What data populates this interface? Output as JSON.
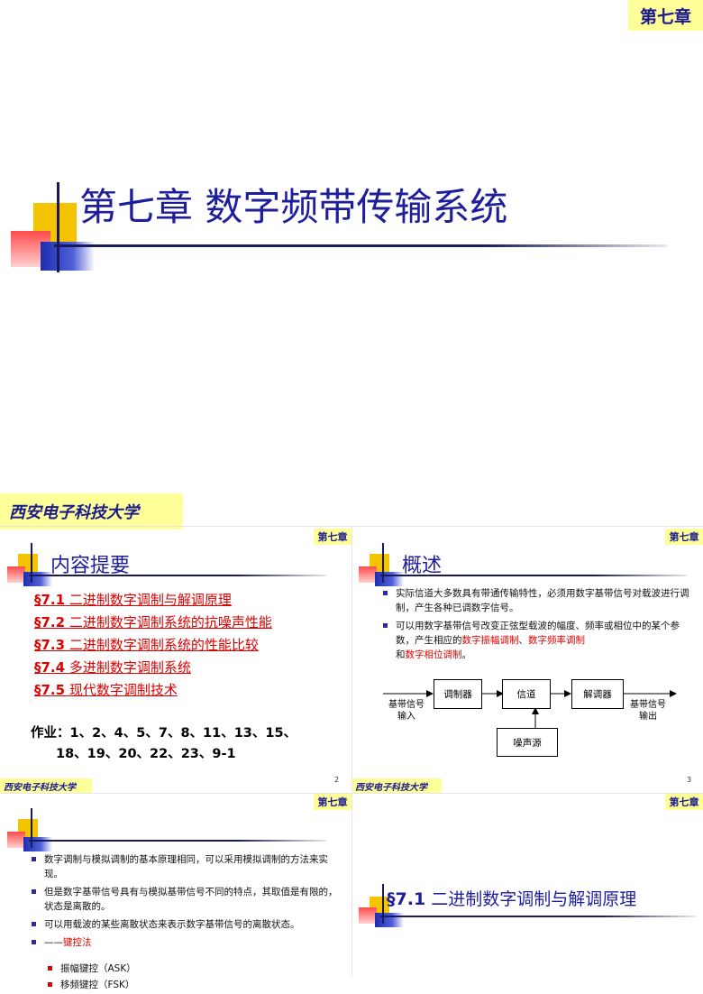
{
  "slide1": {
    "chapter_tag": "第七章",
    "title": "第七章 数字频带传输系统",
    "school": "西安电子科技大学"
  },
  "slide2": {
    "chapter_tag": "第七章",
    "heading": "内容提要",
    "toc": [
      {
        "num": "§7.1",
        "text": "二进制数字调制与解调原理"
      },
      {
        "num": "§7.2",
        "text": "二进制数字调制系统的抗噪声性能"
      },
      {
        "num": "§7.3",
        "text": "二进制数字调制系统的性能比较"
      },
      {
        "num": "§7.4",
        "text": "多进制数字调制系统"
      },
      {
        "num": "§7.5",
        "text": "现代数字调制技术"
      }
    ],
    "homework_line1": "作业：1、2、4、5、7、8、11、13、15、",
    "homework_line2": "18、19、20、22、23、9-1",
    "school": "西安电子科技大学",
    "page": "2"
  },
  "slide3": {
    "chapter_tag": "第七章",
    "heading": "概述",
    "bullet1": "实际信道大多数具有带通传输特性，必须用数字基带信号对载波进行调制，产生各种已调数字信号。",
    "bullet2_pre": "可以用数字基带信号改变正弦型载波的幅度、频率或相位中的某个参数，产生相应的",
    "bullet2_r1": "数字振幅调制",
    "bullet2_sep": "、",
    "bullet2_r2": "数字频率调制",
    "bullet2_and": "和",
    "bullet2_r3": "数字相位调制",
    "bullet2_end": "。",
    "diagram": {
      "in_label_1": "基带信号",
      "in_label_2": "输入",
      "modulator": "调制器",
      "channel": "信道",
      "demodulator": "解调器",
      "noise": "噪声源",
      "out_label_1": "基带信号",
      "out_label_2": "输出"
    },
    "school": "西安电子科技大学",
    "page": "3"
  },
  "slide4": {
    "chapter_tag": "第七章",
    "bullets": [
      "数字调制与模拟调制的基本原理相同，可以采用模拟调制的方法来实现。",
      "但是数字基带信号具有与模拟基带信号不同的特点，其取值是有限的，状态是离散的。",
      "可以用载波的某些离散状态来表示数字基带信号的离散状态。"
    ],
    "keying_prefix": "——",
    "keying_label": "键控法",
    "sub_items": [
      "振幅键控（ASK）",
      "移频键控（FSK）"
    ]
  },
  "slide5": {
    "chapter_tag": "第七章",
    "heading_num": "§7.1",
    "heading_text": "二进制数字调制与解调原理"
  }
}
